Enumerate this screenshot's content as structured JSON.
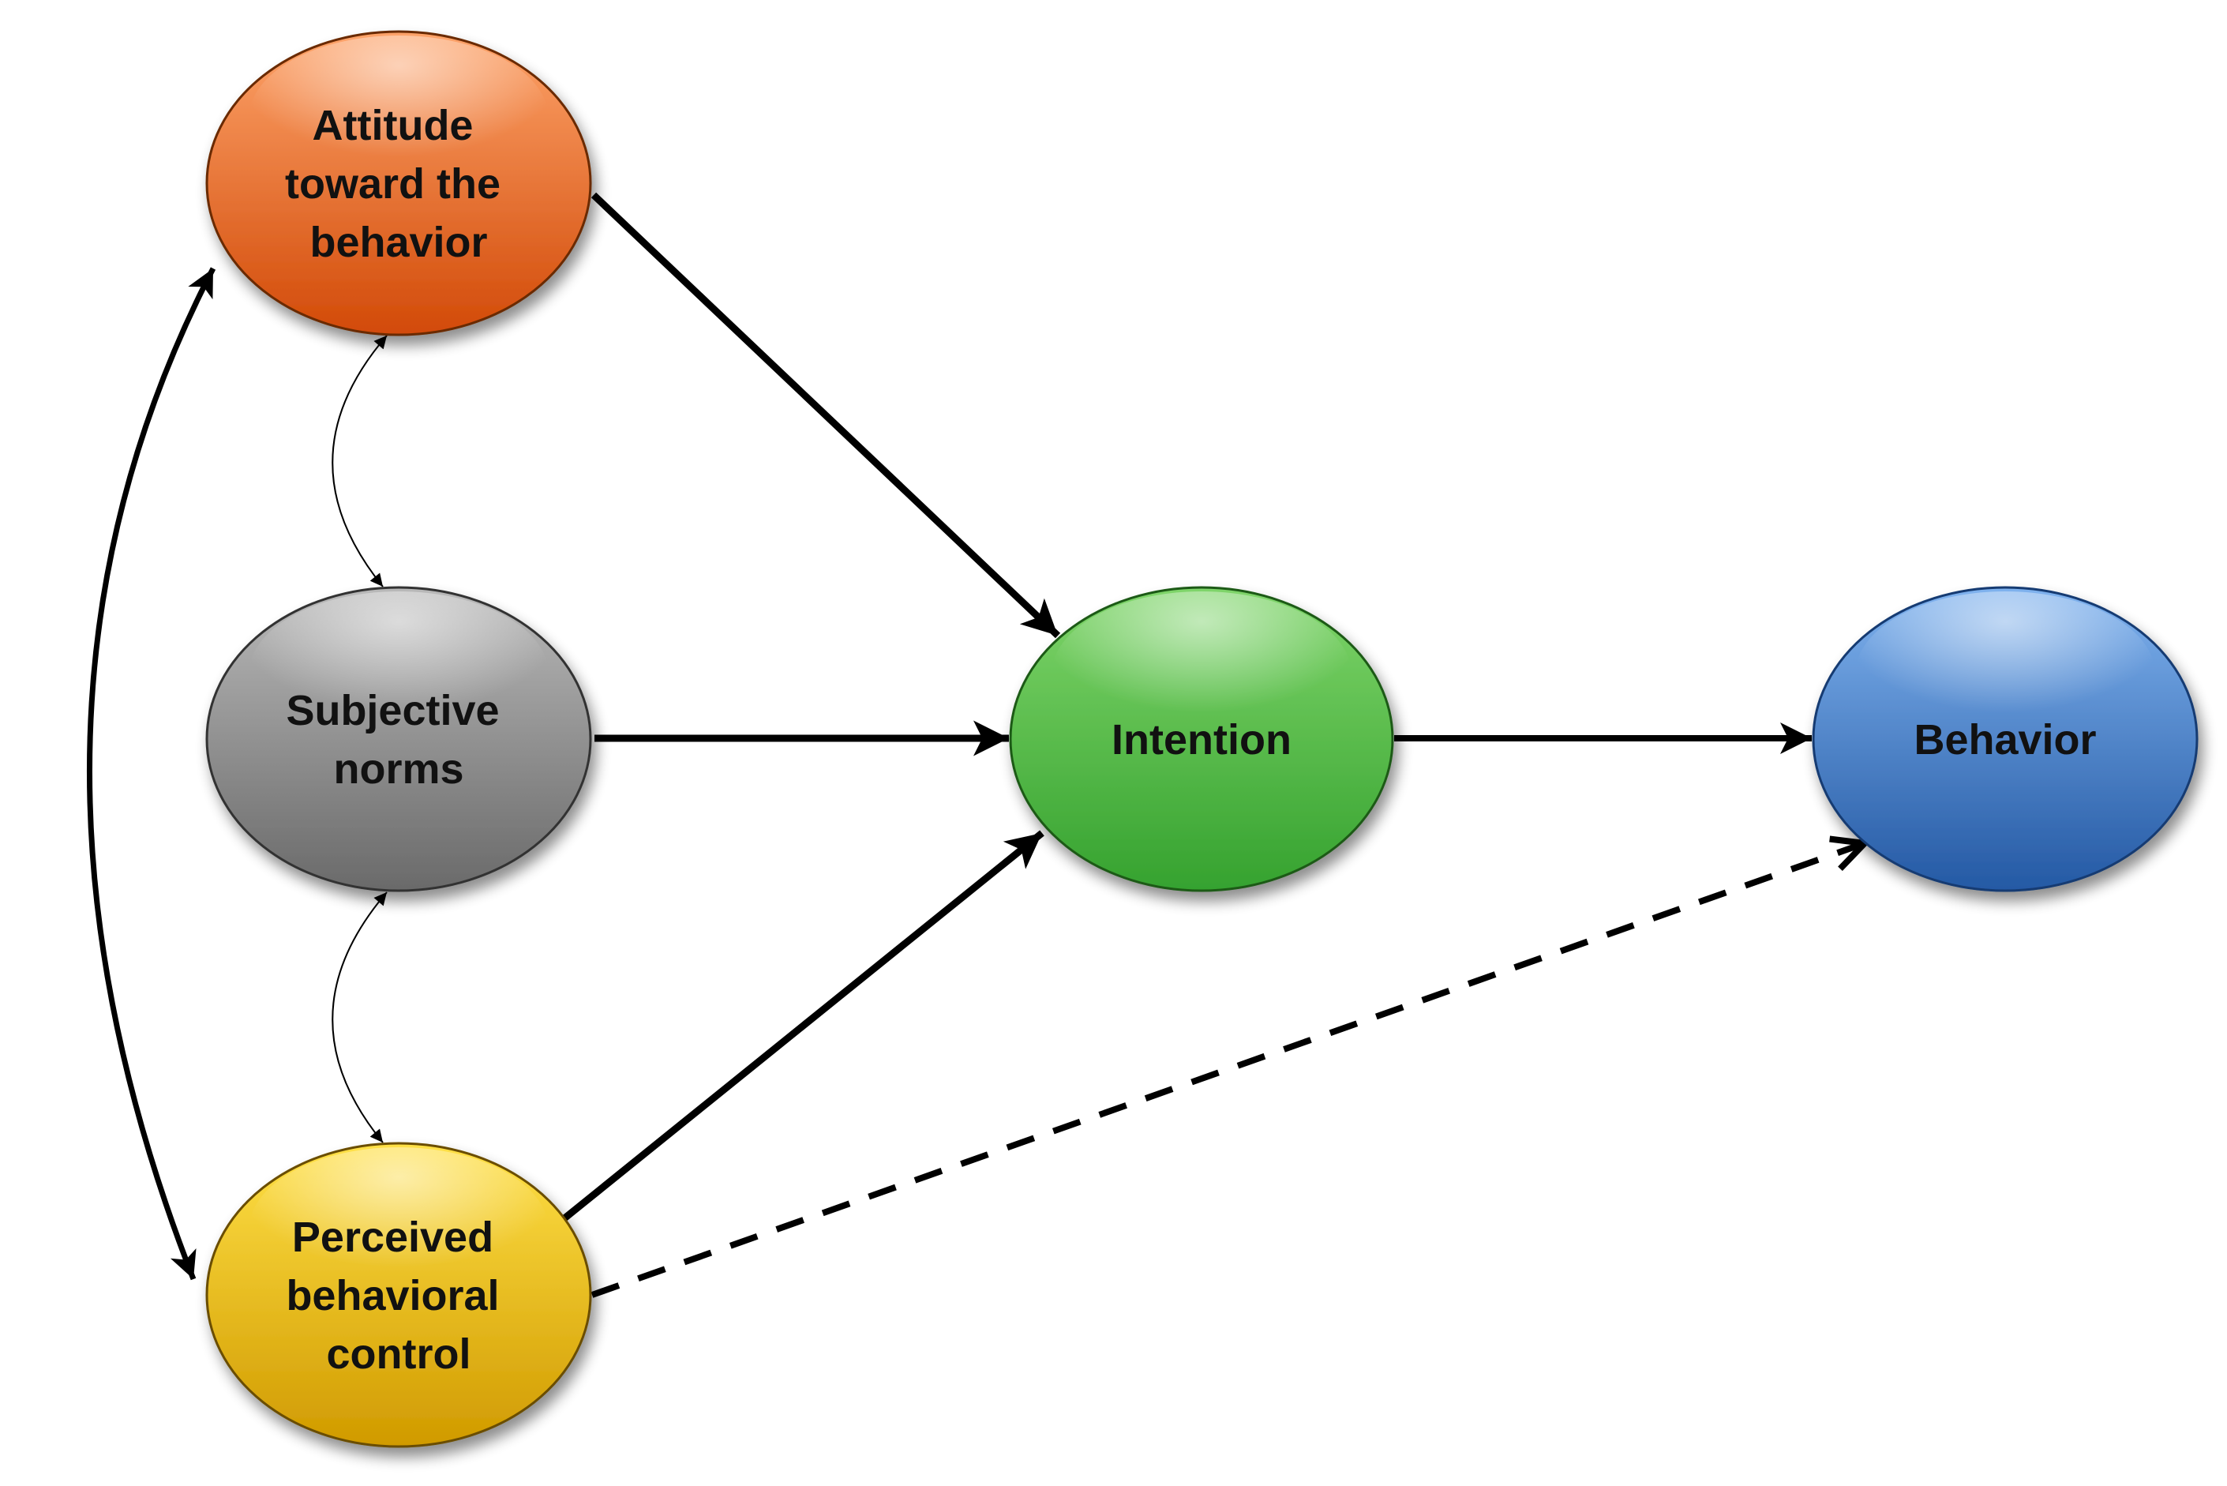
{
  "nodes": {
    "attitude": {
      "lines": [
        "Attitude",
        "toward the",
        "behavior"
      ],
      "color_top": "#FDA36A",
      "color_bottom": "#D24A08"
    },
    "subjective_norms": {
      "lines": [
        "Subjective",
        "norms"
      ],
      "color_top": "#B9B9B9",
      "color_bottom": "#6A6A6A"
    },
    "perceived_control": {
      "lines": [
        "Perceived",
        "behavioral",
        "control"
      ],
      "color_top": "#FFE046",
      "color_bottom": "#D09A00"
    },
    "intention": {
      "lines": [
        "Intention"
      ],
      "color_top": "#7FD56A",
      "color_bottom": "#35A22F"
    },
    "behavior": {
      "lines": [
        "Behavior"
      ],
      "color_top": "#7FB2EE",
      "color_bottom": "#2459A4"
    }
  },
  "edges": [
    {
      "from": "attitude",
      "to": "intention",
      "style": "solid"
    },
    {
      "from": "subjective_norms",
      "to": "intention",
      "style": "solid"
    },
    {
      "from": "perceived_control",
      "to": "intention",
      "style": "solid"
    },
    {
      "from": "intention",
      "to": "behavior",
      "style": "solid"
    },
    {
      "from": "perceived_control",
      "to": "behavior",
      "style": "dashed"
    },
    {
      "from": "attitude",
      "to": "subjective_norms",
      "style": "thin-curved-bidirectional"
    },
    {
      "from": "subjective_norms",
      "to": "perceived_control",
      "style": "thin-curved-bidirectional"
    },
    {
      "from": "attitude",
      "to": "perceived_control",
      "style": "thick-curved-bidirectional"
    }
  ]
}
